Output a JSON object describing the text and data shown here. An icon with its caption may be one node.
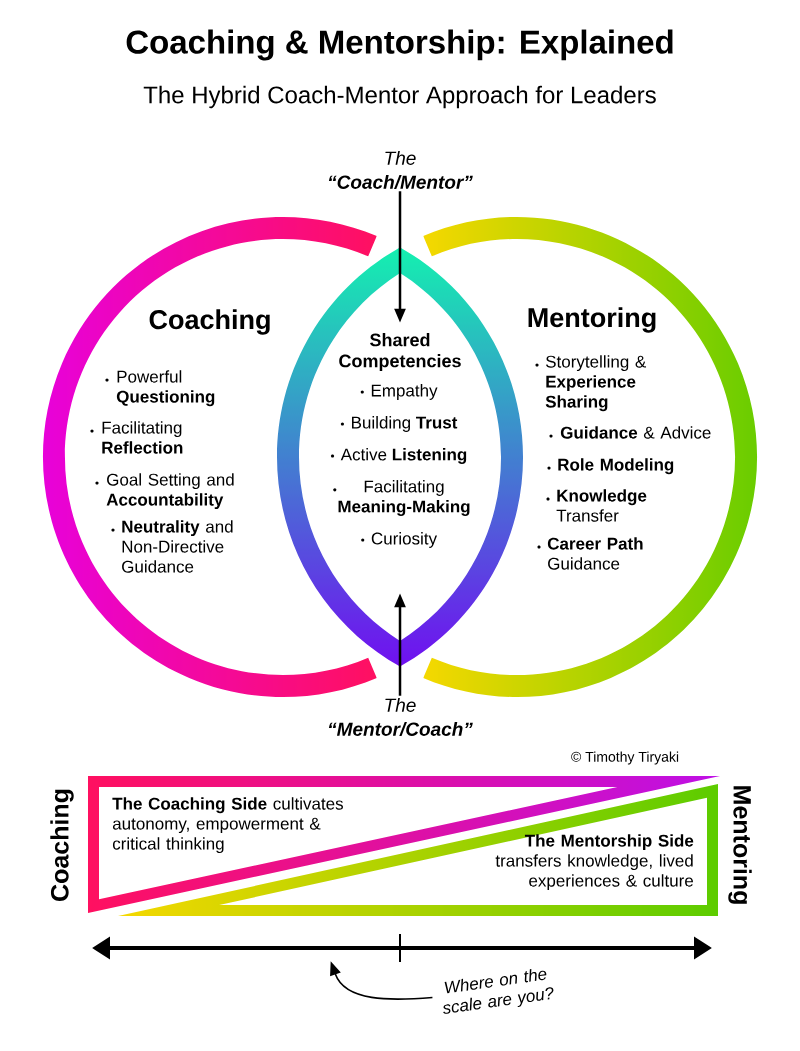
{
  "diagram": {
    "title": "Coaching & Mentorship: Explained",
    "nodes": [
      {
        "text": [
          "Coaching",
          "Powerful **Questioning**",
          "Facilitating **Reflection**",
          "Goal Setting and **Accountability**",
          "**Neutrality** and Non-Directive Guidance"
        ]
      },
      {
        "text": [
          "Mentoring",
          "Storytelling & **Experience Sharing**",
          "**Guidance** & Advice",
          "**Role Modeling**",
          "**Knowledge** Transfer",
          "**Career Path** Guidance"
        ]
      },
      {
        "text": [
          "Shared Competencies",
          "Empathy",
          "Building **Trust**",
          "Active **Listening**",
          "Facilitating **Meaning-Making**",
          "Curiosity"
        ]
      },
      {
        "text": [
          "The **“Coach/Mentor”**"
        ]
      },
      {
        "text": [
          "The **“Mentor/Coach”**"
        ]
      },
      {
        "text": [
          "**The Coaching Side** cultivates autonomy, empowerment & critical thinking"
        ],
        "beside": [
          "Coaching"
        ]
      },
      {
        "text": [
          "**The Mentorship Side** transfers knowledge, lived experiences & culture"
        ],
        "beside": [
          "Mentoring"
        ]
      },
      {
        "text": [
          "Where on the scale are you?"
        ]
      },
      {
        "text": [],
        "shape": "bar"
      }
    ],
    "edges": [
      {
        "from": 3,
        "to": 2,
        "arrow": "to"
      },
      {
        "from": 4,
        "to": 2,
        "arrow": "to"
      },
      {
        "from": 7,
        "to": 8,
        "arrow": "to"
      }
    ],
    "labels": [
      "The Hybrid Coach-Mentor Approach for Leaders",
      "© Timothy Tiryaki"
    ]
  }
}
